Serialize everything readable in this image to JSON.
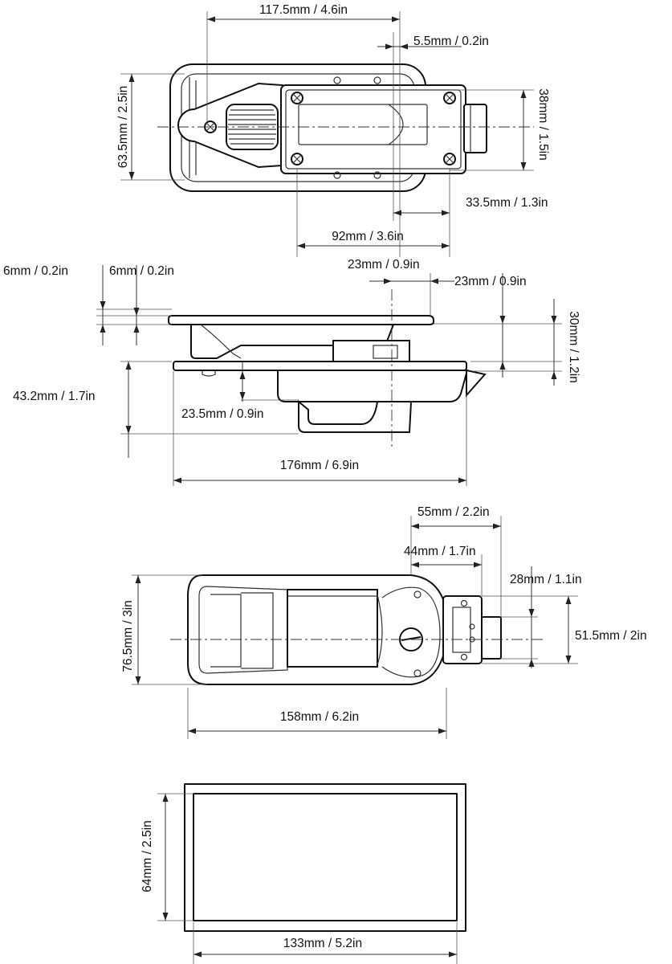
{
  "diagram": {
    "top_view": {
      "labels": {
        "overall_length": "117.5mm / 4.6in",
        "offset": "5.5mm / 0.2in",
        "height_left": "63.5mm / 2.5in",
        "height_right": "38mm / 1.5in",
        "right_extent": "33.5mm / 1.3in",
        "plate_length": "92mm / 3.6in"
      }
    },
    "side_view": {
      "labels": {
        "lid_thickness": "6mm / 0.2in",
        "lid_gap": "6mm / 0.2in",
        "latch_offset_a": "23mm / 0.9in",
        "latch_offset_b": "23mm / 0.9in",
        "right_height": "30mm / 1.2in",
        "overall_depth": "43.2mm / 1.7in",
        "handle_depth": "23.5mm / 0.9in",
        "overall_length": "176mm / 6.9in"
      }
    },
    "bottom_view": {
      "labels": {
        "latch_span": "55mm / 2.2in",
        "latch_inner": "44mm / 1.7in",
        "bolt_width": "28mm / 1.1in",
        "bracket_height": "51.5mm / 2in",
        "overall_height": "76.5mm / 3in",
        "overall_length": "158mm / 6.2in"
      }
    },
    "cutout_view": {
      "labels": {
        "height": "64mm / 2.5in",
        "width": "133mm / 5.2in"
      }
    },
    "colors": {
      "line": "#111111",
      "background": "#ffffff"
    }
  }
}
